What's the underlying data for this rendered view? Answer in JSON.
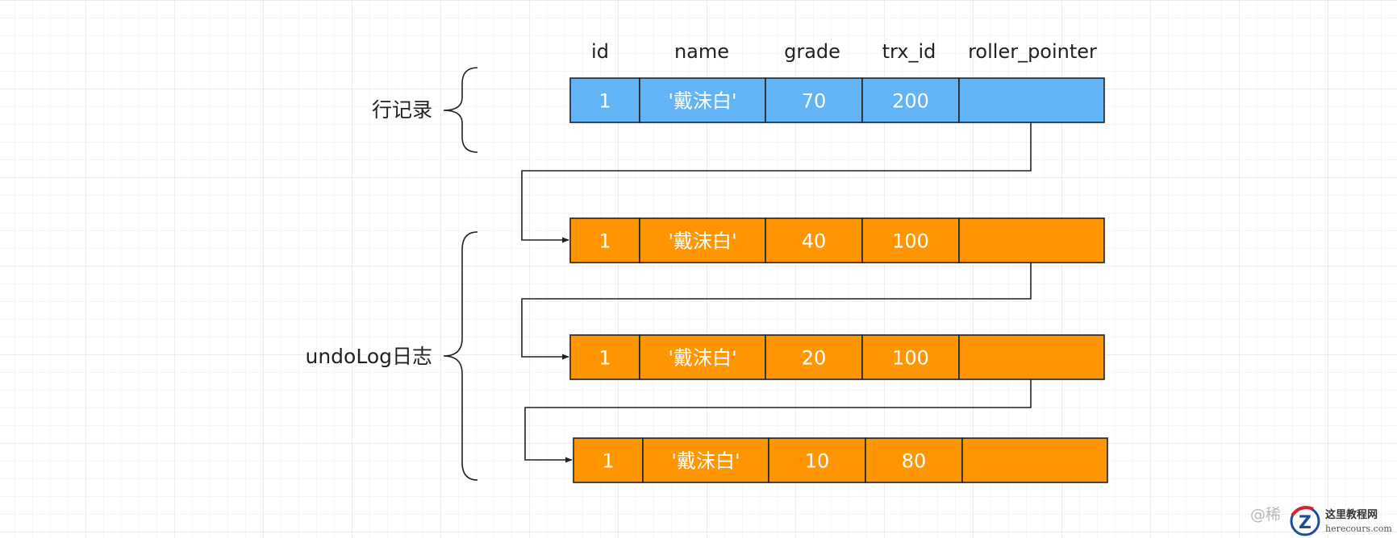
{
  "headers": [
    "id",
    "name",
    "grade",
    "trx_id",
    "roller_pointer"
  ],
  "colors": {
    "current": "#63b4f7",
    "undo": "#ff9500",
    "border": "#222222"
  },
  "rows": [
    {
      "kind": "current",
      "cells": [
        "1",
        "'戴沫白'",
        "70",
        "200",
        ""
      ]
    },
    {
      "kind": "undo",
      "cells": [
        "1",
        "'戴沫白'",
        "40",
        "100",
        ""
      ]
    },
    {
      "kind": "undo",
      "cells": [
        "1",
        "'戴沫白'",
        "20",
        "100",
        ""
      ]
    },
    {
      "kind": "undo",
      "cells": [
        "1",
        "'戴沫白'",
        "10",
        "80",
        ""
      ]
    }
  ],
  "groups": {
    "row_record": "行记录",
    "undo_log": "undoLog日志"
  },
  "watermark": {
    "at": "@稀",
    "logo_text": "这里教程网",
    "url": "herecours.com"
  }
}
